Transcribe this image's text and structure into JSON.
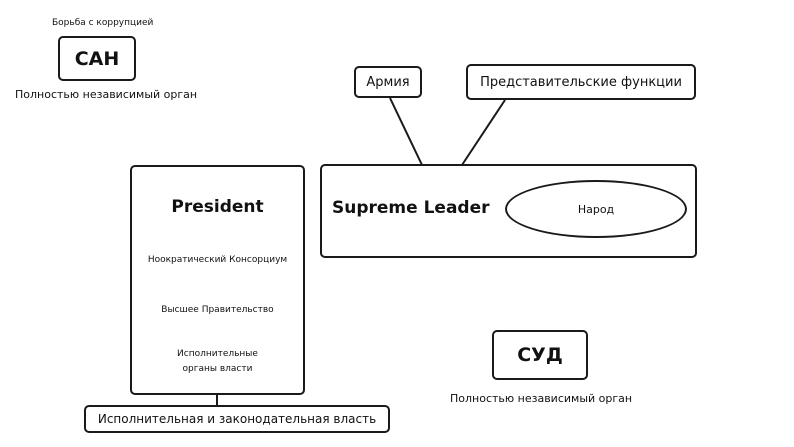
{
  "san": {
    "caption": "Борьба с коррупцией",
    "label": "САН",
    "subtitle": "Полностью независимый орган"
  },
  "army": {
    "label": "Армия"
  },
  "representative": {
    "label": "Представительские функции"
  },
  "supreme": {
    "title": "Supreme Leader",
    "ellipse_label": "Народ"
  },
  "president": {
    "title": "President",
    "item1": "Ноократический Консорциум",
    "item2": "Высшее Правительство",
    "item3_line1": "Исполнительные",
    "item3_line2": "органы власти"
  },
  "executive": {
    "label": "Исполнительная и законодательная власть"
  },
  "court": {
    "label": "СУД",
    "subtitle": "Полностью независимый орган"
  },
  "colors": {
    "stroke": "#1a1a1a",
    "background": "#ffffff",
    "text": "#111111"
  }
}
